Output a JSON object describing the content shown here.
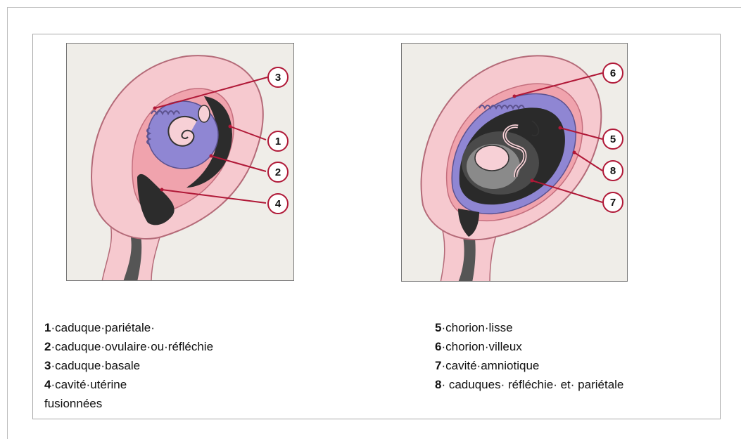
{
  "diagram": {
    "left_callouts": [
      "3",
      "1",
      "2",
      "4"
    ],
    "right_callouts": [
      "6",
      "5",
      "8",
      "7"
    ]
  },
  "legend_left": [
    {
      "num": "1",
      "text": "·caduque·pariétale·"
    },
    {
      "num": "2",
      "text": "·caduque·ovulaire·ou·réfléchie"
    },
    {
      "num": "3",
      "text": "·caduque·basale"
    },
    {
      "num": "4",
      "text": "·cavité·utérine"
    },
    {
      "num": "",
      "text": "fusionnées"
    }
  ],
  "legend_right": [
    {
      "num": "5",
      "text": "·chorion·lisse"
    },
    {
      "num": "6",
      "text": "·chorion·villeux"
    },
    {
      "num": "7",
      "text": "·cavité·amniotique"
    },
    {
      "num": "8",
      "text": "·  caduques· réfléchie· et· pariétale"
    }
  ],
  "colors": {
    "uterus_outer": "#f6c9cf",
    "uterus_inner": "#f0a3ad",
    "decidua": "#ee8f99",
    "chorion": "#8f86d3",
    "amniotic_dark": "#2a2a2a",
    "callout_red": "#b01837"
  }
}
